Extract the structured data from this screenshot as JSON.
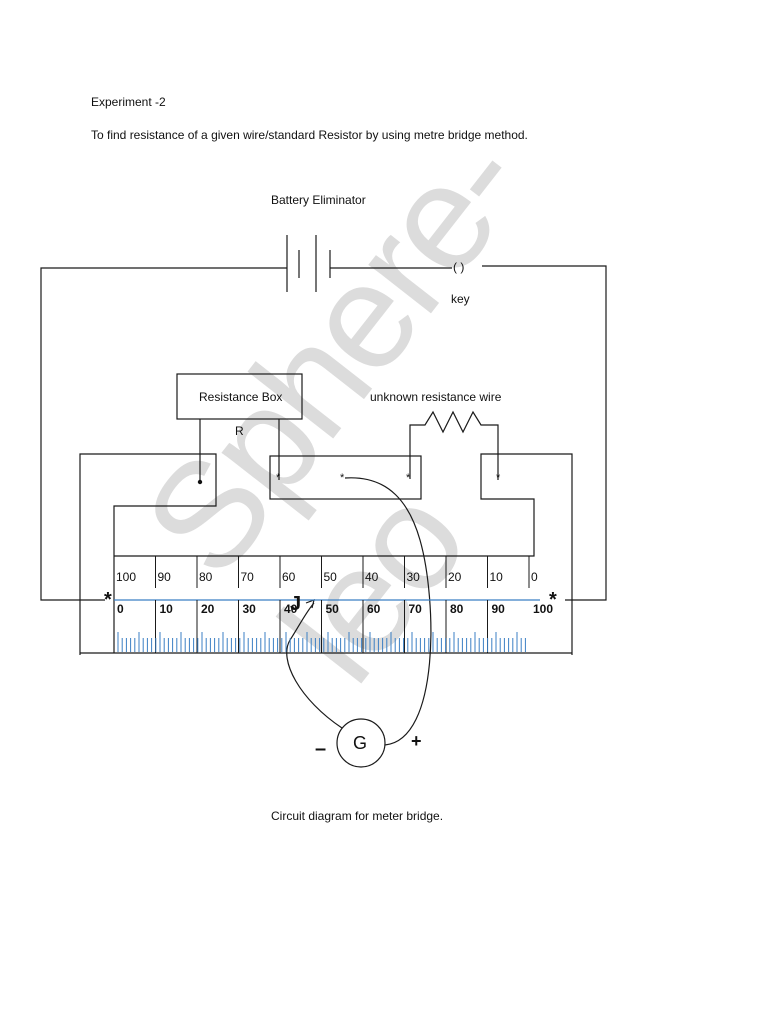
{
  "header": {
    "experiment_title": "Experiment -2",
    "aim": "To find resistance of a given wire/standard Resistor by using metre bridge method."
  },
  "labels": {
    "battery": "Battery Eliminator",
    "key": "key",
    "resistance_box": "Resistance Box",
    "r_label": "R",
    "unknown_wire": "unknown resistance wire",
    "jockey": "J",
    "galvanometer": "G",
    "minus": "–",
    "plus": "+",
    "terminal_star": "*",
    "key_symbol": "(   )"
  },
  "scale": {
    "top_labels": [
      "100",
      "90",
      "80",
      "70",
      "60",
      "50",
      "40",
      "30",
      "20",
      "10",
      "0"
    ],
    "bottom_labels": [
      "0",
      "10",
      "20",
      "30",
      "40",
      "50",
      "60",
      "70",
      "80",
      "90",
      "100"
    ]
  },
  "caption": "Circuit diagram for meter bridge.",
  "watermark": "Sphere-leo",
  "colors": {
    "wire": "#1a1a1a",
    "scale_tick": "#3b7fc4",
    "watermark": "#d6d6d6"
  }
}
